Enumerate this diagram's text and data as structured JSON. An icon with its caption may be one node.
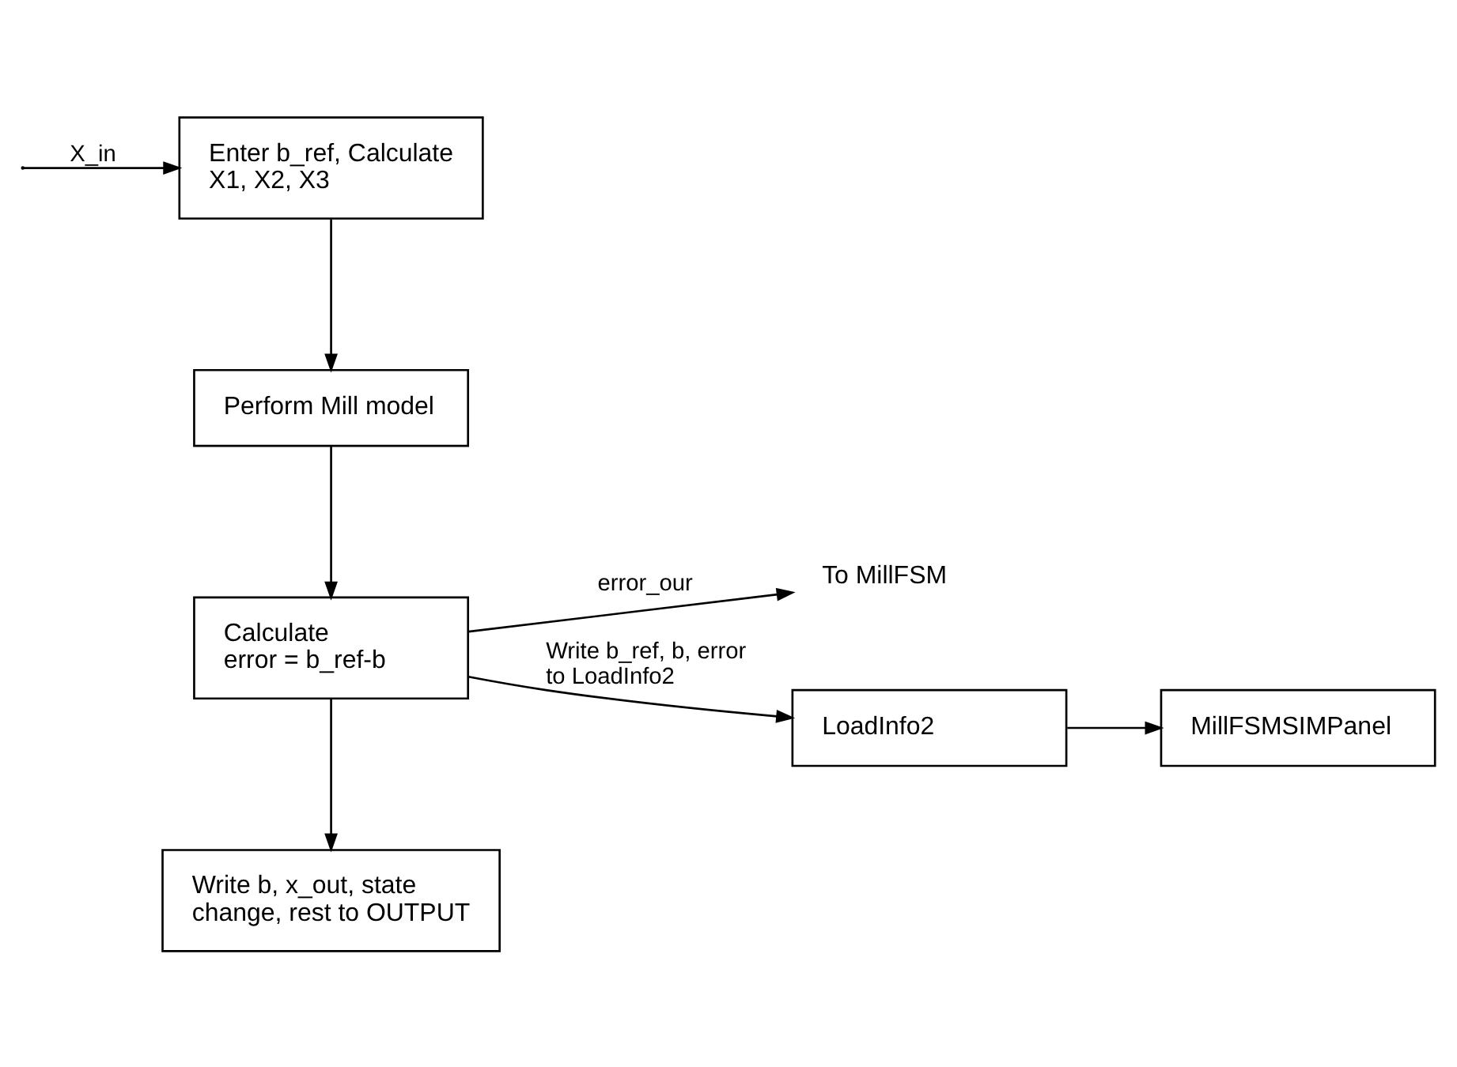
{
  "diagram": {
    "nodes": [
      {
        "text": [
          "Enter b_ref, Calculate X1, X2, X3"
        ]
      },
      {
        "text": [
          "Perform Mill model"
        ]
      },
      {
        "text": [
          "Calculate",
          "error = b_ref-b"
        ]
      },
      {
        "text": [
          "To MillFSM"
        ]
      },
      {
        "text": [
          "LoadInfo2"
        ]
      },
      {
        "text": [
          "MillFSMSIMPanel"
        ]
      },
      {
        "text": [
          "Write b, x_out, state change, rest to OUTPUT"
        ]
      }
    ],
    "edges": [
      {
        "from": null,
        "to": 0,
        "arrow": "to",
        "label": "X_in"
      },
      {
        "from": 0,
        "to": 1,
        "arrow": "to"
      },
      {
        "from": 1,
        "to": 2,
        "arrow": "to"
      },
      {
        "from": 2,
        "to": 3,
        "arrow": "to",
        "label": "error_our"
      },
      {
        "from": 2,
        "to": 4,
        "arrow": "to",
        "label": "Write b_ref, b, error to LoadInfo2"
      },
      {
        "from": 4,
        "to": 5,
        "arrow": "to"
      },
      {
        "from": 2,
        "to": 6,
        "arrow": "to"
      }
    ]
  }
}
